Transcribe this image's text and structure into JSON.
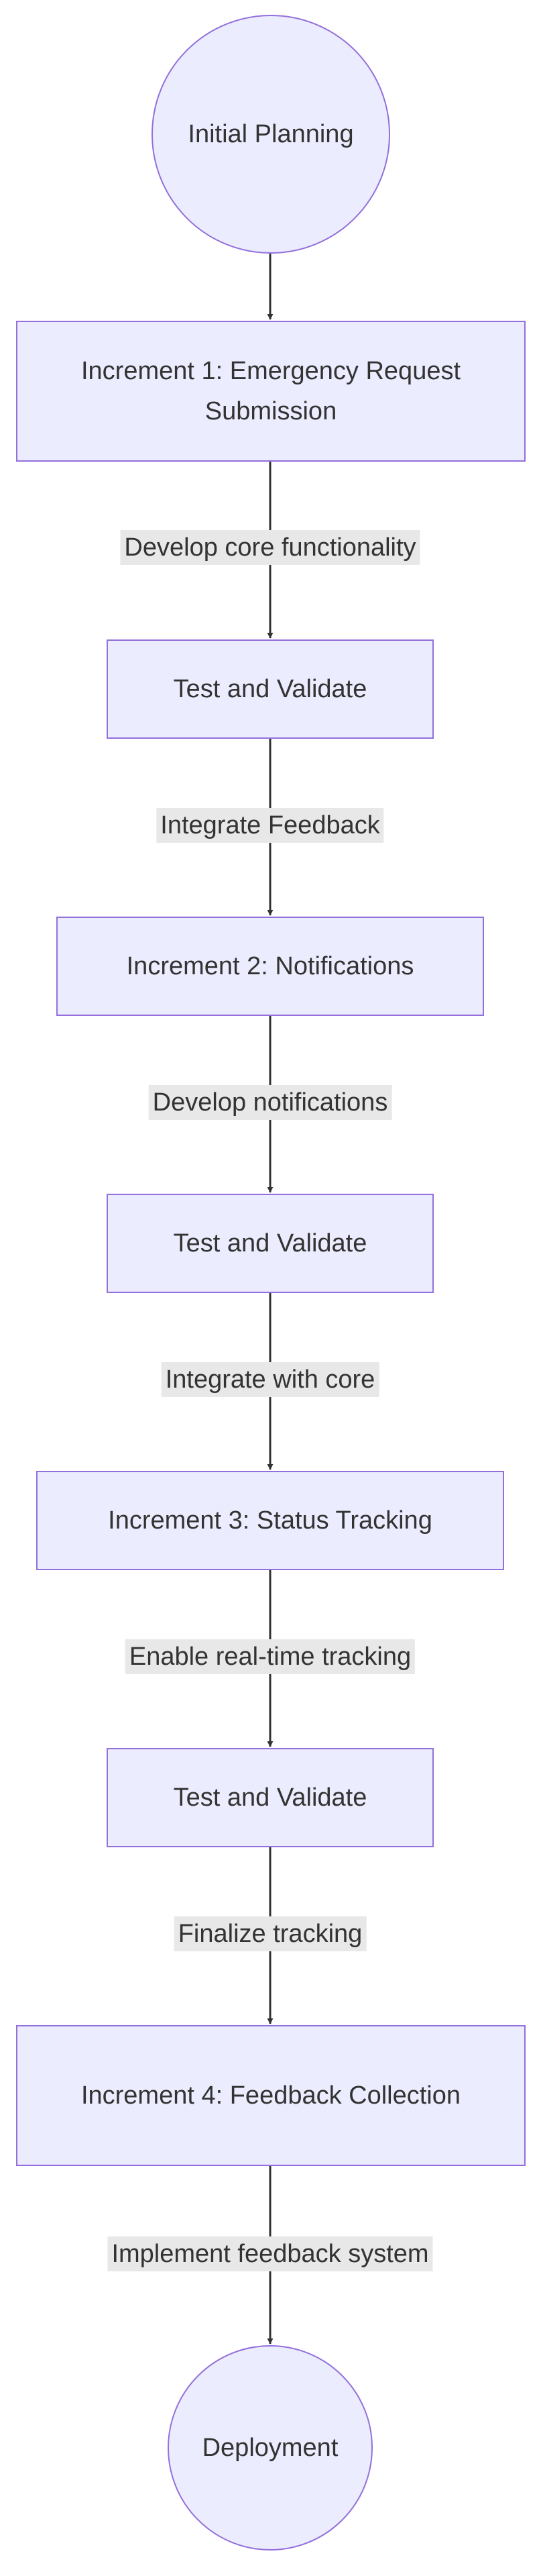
{
  "nodes": {
    "start": "Initial Planning",
    "inc1": "Increment 1: Emergency Request Submission",
    "test1": "Test and Validate",
    "inc2": "Increment 2: Notifications",
    "test2": "Test and Validate",
    "inc3": "Increment 3: Status Tracking",
    "test3": "Test and Validate",
    "inc4": "Increment 4: Feedback Collection",
    "end": "Deployment"
  },
  "edges": {
    "inc1_test1": "Develop core functionality",
    "test1_inc2": "Integrate Feedback",
    "inc2_test2": "Develop notifications",
    "test2_inc3": "Integrate with core",
    "inc3_test3": "Enable real-time tracking",
    "test3_inc4": "Finalize tracking",
    "inc4_end": "Implement feedback system"
  },
  "colors": {
    "node_fill": "#ececff",
    "node_stroke": "#9370db",
    "edge_stroke": "#333333",
    "label_background": "#e8e8e8",
    "text": "#333333"
  }
}
